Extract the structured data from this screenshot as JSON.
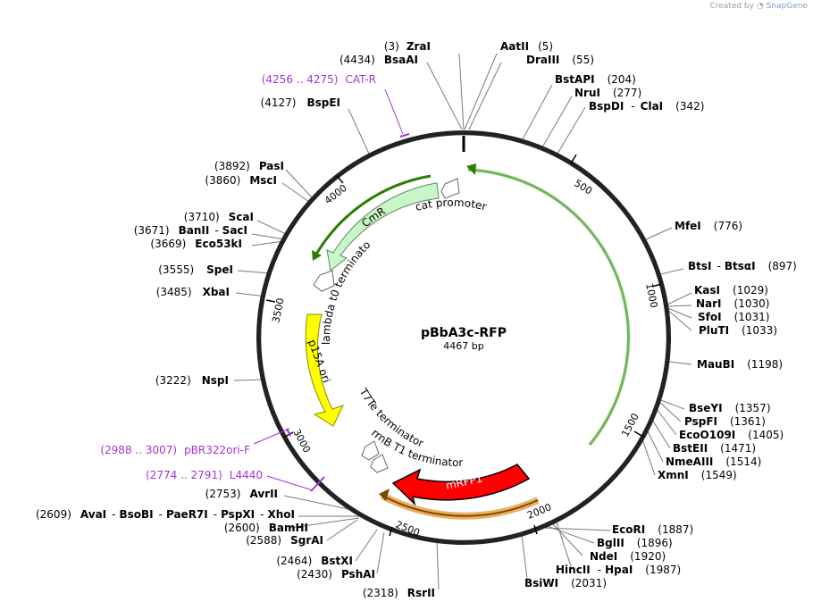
{
  "credit": {
    "prefix": "Created by",
    "brand": "SnapGene"
  },
  "plasmid": {
    "name": "pBbA3c-RFP",
    "length_label": "4467 bp",
    "length": 4467
  },
  "ticks": [
    "500",
    "1000",
    "1500",
    "2000",
    "2500",
    "3000",
    "3500",
    "4000"
  ],
  "features": [
    {
      "name": "CmR",
      "color": "#c9f6c9"
    },
    {
      "name": "cat promoter",
      "color": "#ffffff"
    },
    {
      "name": "lambda t0 terminator",
      "color": "#ffffff"
    },
    {
      "name": "p15A ori",
      "color": "#ffff00"
    },
    {
      "name": "T7Te terminator",
      "color": "#ffffff"
    },
    {
      "name": "rrnB T1 terminator",
      "color": "#ffffff"
    },
    {
      "name": "mRFP1",
      "color": "#ff0000"
    }
  ],
  "sites": [
    {
      "label": "ZraI",
      "pos": "(3)"
    },
    {
      "label": "AatII",
      "pos": "(5)"
    },
    {
      "label": "DraIII",
      "pos": "(55)"
    },
    {
      "label": "BsaAI",
      "pos": "(4434)"
    },
    {
      "label": "BstAPI",
      "pos": "(204)"
    },
    {
      "label": "NruI",
      "pos": "(277)"
    },
    {
      "label": "BspDI",
      "sep": "-",
      "label2": "ClaI",
      "pos": "(342)"
    },
    {
      "label": "BspEI",
      "pos": "(4127)"
    },
    {
      "label": "MfeI",
      "pos": "(776)"
    },
    {
      "label": "BtsI",
      "sep": "-",
      "label2": "BtsαI",
      "pos": "(897)"
    },
    {
      "label": "PasI",
      "pos": "(3892)"
    },
    {
      "label": "MscI",
      "pos": "(3860)"
    },
    {
      "label": "ScaI",
      "pos": "(3710)"
    },
    {
      "label": "BanII",
      "sep": "-",
      "label2": "SacI",
      "pos": "(3671)"
    },
    {
      "label": "Eco53kI",
      "pos": "(3669)"
    },
    {
      "label": "SpeI",
      "pos": "(3555)"
    },
    {
      "label": "XbaI",
      "pos": "(3485)"
    },
    {
      "label": "KasI",
      "pos": "(1029)"
    },
    {
      "label": "NarI",
      "pos": "(1030)"
    },
    {
      "label": "SfoI",
      "pos": "(1031)"
    },
    {
      "label": "PluTI",
      "pos": "(1033)"
    },
    {
      "label": "MauBI",
      "pos": "(1198)"
    },
    {
      "label": "NspI",
      "pos": "(3222)"
    },
    {
      "label": "BseYI",
      "pos": "(1357)"
    },
    {
      "label": "PspFI",
      "pos": "(1361)"
    },
    {
      "label": "EcoO109I",
      "pos": "(1405)"
    },
    {
      "label": "BstEII",
      "pos": "(1471)"
    },
    {
      "label": "NmeAIII",
      "pos": "(1514)"
    },
    {
      "label": "XmnI",
      "pos": "(1549)"
    },
    {
      "label": "AvrII",
      "pos": "(2753)"
    },
    {
      "label": "AvaI",
      "sep": "-",
      "label2": "BsoBI",
      "label3": "PaeR7I",
      "label4": "PspXI",
      "label5": "XhoI",
      "pos": "(2609)"
    },
    {
      "label": "BamHI",
      "pos": "(2600)"
    },
    {
      "label": "SgrAI",
      "pos": "(2588)"
    },
    {
      "label": "BstXI",
      "pos": "(2464)"
    },
    {
      "label": "PshAI",
      "pos": "(2430)"
    },
    {
      "label": "RsrII",
      "pos": "(2318)"
    },
    {
      "label": "EcoRI",
      "pos": "(1887)"
    },
    {
      "label": "BglII",
      "pos": "(1896)"
    },
    {
      "label": "NdeI",
      "pos": "(1920)"
    },
    {
      "label": "HincII",
      "sep": "-",
      "label2": "HpaI",
      "pos": "(1987)"
    },
    {
      "label": "BsiWI",
      "pos": "(2031)"
    }
  ],
  "primers": [
    {
      "label": "CAT-R",
      "pos": "(4256 .. 4275)",
      "color": "#a333d6"
    },
    {
      "label": "pBR322ori-F",
      "pos": "(2988 .. 3007)",
      "color": "#a333d6"
    },
    {
      "label": "L4440",
      "pos": "(2774 .. 2791)",
      "color": "#a333d6"
    }
  ]
}
